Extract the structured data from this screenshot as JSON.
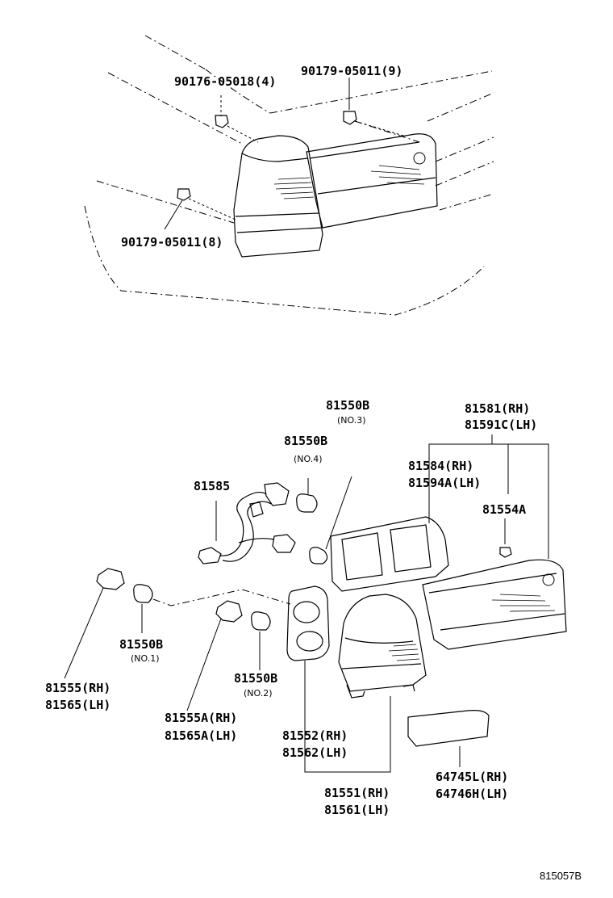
{
  "labels": {
    "p_90176_05018": "90176-05018(4)",
    "p_90179_05011_9": "90179-05011(9)",
    "p_90179_05011_8": "90179-05011(8)",
    "p_81550B_no3": "81550B",
    "p_81550B_no3_note": "(NO.3)",
    "p_81550B_no4": "81550B",
    "p_81550B_no4_note": "(NO.4)",
    "p_81585": "81585",
    "p_81581_rh": "81581(RH)",
    "p_81591C_lh": "81591C(LH)",
    "p_81584_rh": "81584(RH)",
    "p_81594A_lh": "81594A(LH)",
    "p_81554A": "81554A",
    "p_81550B_no1": "81550B",
    "p_81550B_no1_note": "(NO.1)",
    "p_81550B_no2": "81550B",
    "p_81550B_no2_note": "(NO.2)",
    "p_81555_rh": "81555(RH)",
    "p_81565_lh": "81565(LH)",
    "p_81555A_rh": "81555A(RH)",
    "p_81565A_lh": "81565A(LH)",
    "p_81552_rh": "81552(RH)",
    "p_81562_lh": "81562(LH)",
    "p_81551_rh": "81551(RH)",
    "p_81561_lh": "81561(LH)",
    "p_64745L_rh": "64745L(RH)",
    "p_64746H_lh": "64746H(LH)"
  },
  "figure_code": "815057B"
}
